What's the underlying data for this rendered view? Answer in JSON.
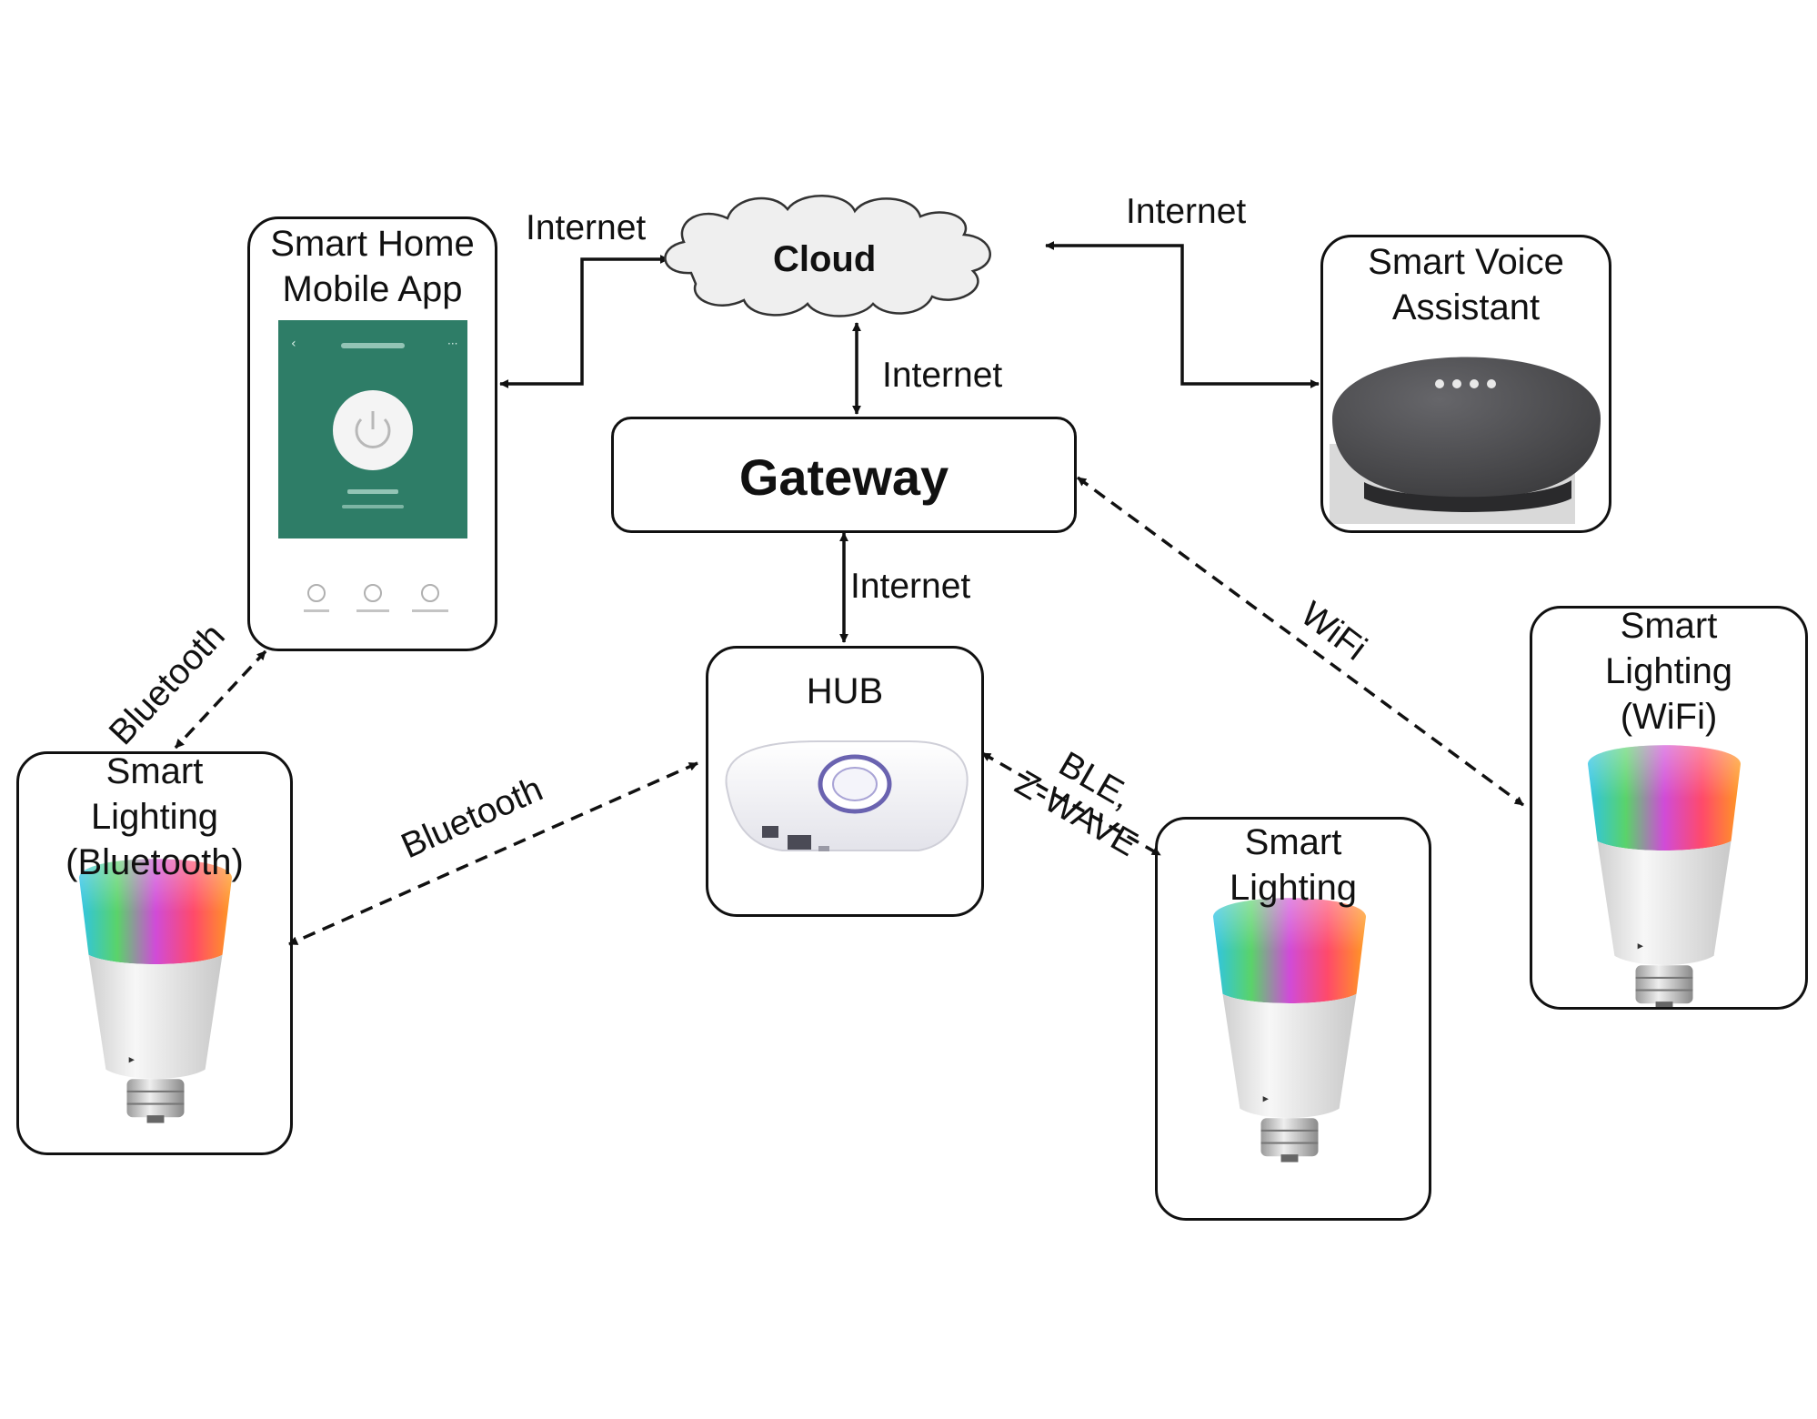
{
  "nodes": {
    "cloud": {
      "label": "Cloud"
    },
    "gateway": {
      "label": "Gateway"
    },
    "hub": {
      "label": "HUB"
    },
    "mobile_app": {
      "label_line1": "Smart Home",
      "label_line2": "Mobile App"
    },
    "voice_assistant": {
      "label_line1": "Smart Voice",
      "label_line2": "Assistant"
    },
    "lighting_bluetooth": {
      "label_line1": "Smart",
      "label_line2": "Lighting",
      "label_line3": "(Bluetooth)"
    },
    "lighting_wifi": {
      "label_line1": "Smart",
      "label_line2": "Lighting",
      "label_line3": "(WiFi)"
    },
    "lighting": {
      "label_line1": "Smart",
      "label_line2": "Lighting"
    }
  },
  "links": {
    "app_cloud": "Internet",
    "cloud_voice": "Internet",
    "cloud_gateway": "Internet",
    "gateway_hub": "Internet",
    "gateway_wifi": "WiFi",
    "app_bulb": "Bluetooth",
    "hub_bulb": "Bluetooth",
    "hub_lighting_line1": "BLE,",
    "hub_lighting_line2": "Z-WAVE"
  },
  "colors": {
    "line": "#111111",
    "app_screen": "#2e7d67",
    "speaker": "#4a4a4c",
    "hub_device": "#f2f2f6",
    "hub_ring": "#6a63b0",
    "bulb_body": "#e4e4e4"
  },
  "icons": {
    "app_screen": "power-button-icon",
    "app_footer": [
      "timer-icon",
      "loop-timer-icon",
      "countdown-icon"
    ]
  }
}
